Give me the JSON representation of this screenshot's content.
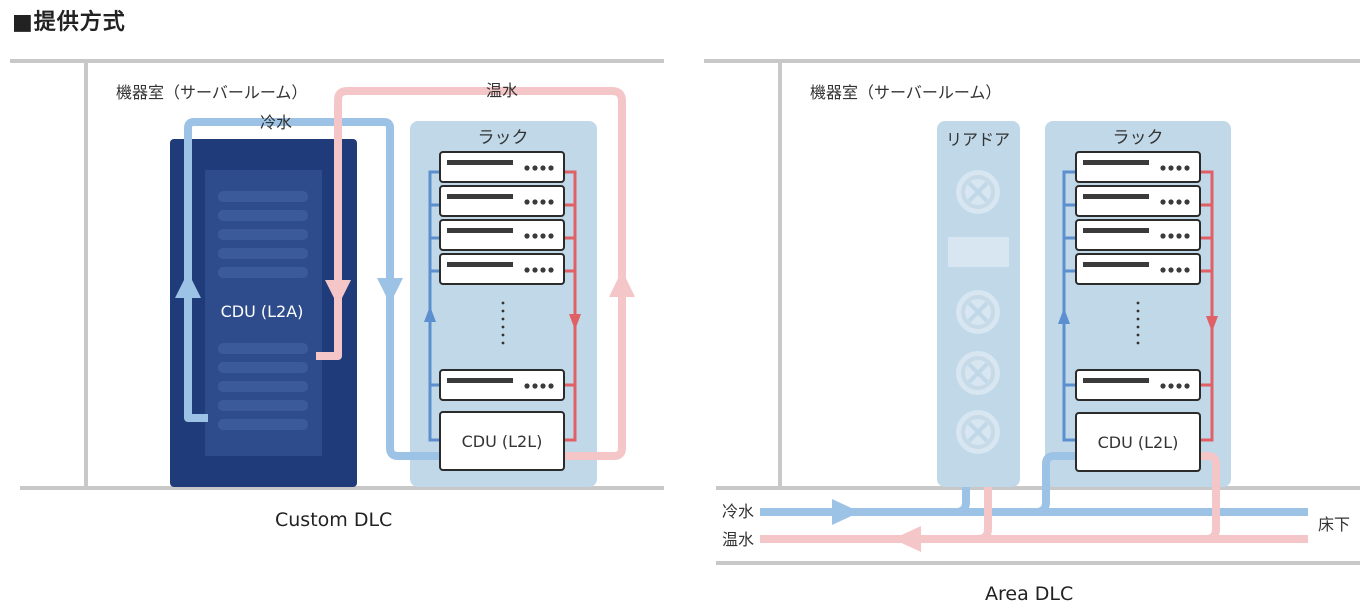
{
  "heading": "■提供方式",
  "left": {
    "room_label": "機器室（サーバールーム）",
    "cold_label": "冷水",
    "hot_label": "温水",
    "rack_label": "ラック",
    "cdu_big_label": "CDU (L2A)",
    "cdu_label": "CDU (L2L)",
    "caption": "Custom DLC"
  },
  "right": {
    "room_label": "機器室（サーバールーム）",
    "rear_door_label": "リアドア",
    "rack_label": "ラック",
    "cdu_label": "CDU (L2L)",
    "cold_label": "冷水",
    "hot_label": "温水",
    "underfloor_label": "床下",
    "caption": "Area DLC"
  },
  "colors": {
    "cold": "#9cc3e6",
    "hot": "#f5c6c8",
    "cold_dark": "#5b8fd0",
    "hot_dark": "#e06066",
    "rack_bg": "#c0d8e8",
    "cdu_big": "#1f3b79",
    "wall": "#c8c8c8"
  }
}
